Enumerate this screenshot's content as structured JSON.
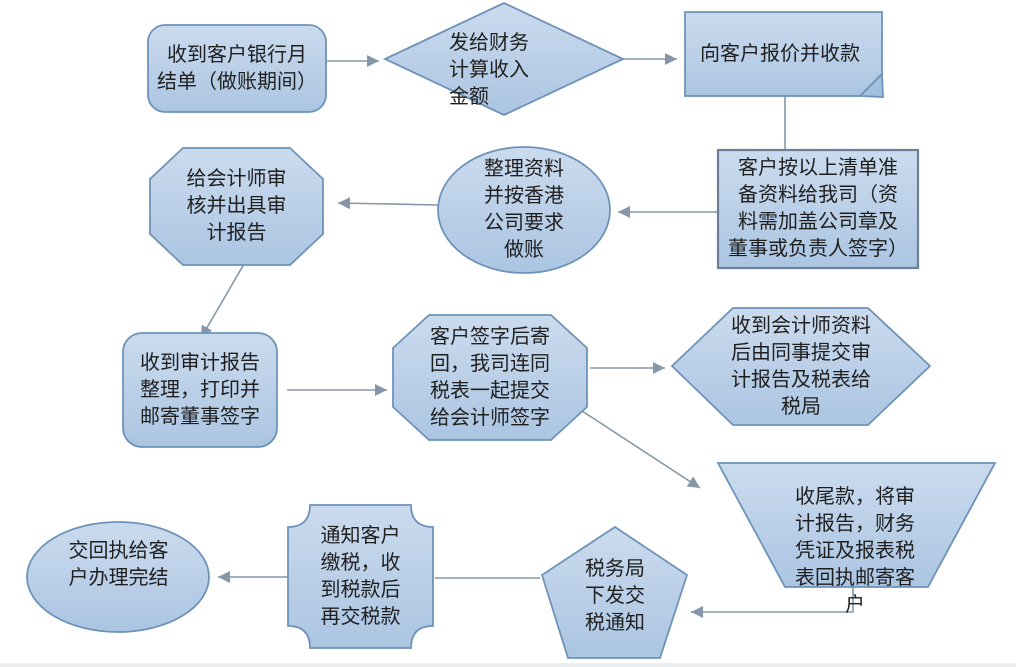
{
  "diagram": {
    "type": "flowchart",
    "language": "zh-CN",
    "background": "#ffffff",
    "nodes": {
      "receive_statement": {
        "shape": "rounded-rectangle",
        "label": "收到客户银行月\n结单（做账期间）"
      },
      "calc_income": {
        "shape": "diamond",
        "label": "发给财务\n计算收入\n金额"
      },
      "quote_collect": {
        "shape": "folded-card",
        "label": "向客户报价并收款"
      },
      "client_prepare": {
        "shape": "rectangle",
        "label": "客户按以上清单准\n备资料给我司（资\n料需加盖公司章及\n董事或负责人签字）"
      },
      "organize_accounts": {
        "shape": "ellipse",
        "label": "整理资料\n并按香港\n公司要求\n做账"
      },
      "auditor_review": {
        "shape": "octagon",
        "label": "给会计师审\n核并出具审\n计报告"
      },
      "receive_audit_report": {
        "shape": "rounded-rectangle",
        "label": "收到审计报告\n整理，打印并\n邮寄董事签字"
      },
      "client_sign_return": {
        "shape": "octagon",
        "label": "客户签字后寄\n回，我司连同\n税表一起提交\n给会计师签字"
      },
      "submit_to_tax_bureau": {
        "shape": "hexagon",
        "label": "收到会计师资料\n后由同事提交审\n计报告及税表给\n税局"
      },
      "final_payment_mail": {
        "shape": "inverted-trapezoid",
        "label": "收尾款，将审\n计报告，财务\n凭证及报表税\n表回执邮寄客\n户"
      },
      "tax_notice": {
        "shape": "pentagon",
        "label": "税务局\n下发交\n税通知"
      },
      "notify_client_pay": {
        "shape": "plaque",
        "label": "通知客户\n缴税，收\n到税款后\n再交税款"
      },
      "return_receipt": {
        "shape": "ellipse",
        "label": "交回执给客\n户办理完结"
      }
    },
    "edges": [
      {
        "from": "receive_statement",
        "to": "calc_income",
        "arrow": true
      },
      {
        "from": "calc_income",
        "to": "quote_collect",
        "arrow": true
      },
      {
        "from": "quote_collect",
        "to": "client_prepare",
        "arrow": false
      },
      {
        "from": "client_prepare",
        "to": "organize_accounts",
        "arrow": true
      },
      {
        "from": "organize_accounts",
        "to": "auditor_review",
        "arrow": true
      },
      {
        "from": "auditor_review",
        "to": "receive_audit_report",
        "arrow": true
      },
      {
        "from": "receive_audit_report",
        "to": "client_sign_return",
        "arrow": true
      },
      {
        "from": "client_sign_return",
        "to": "submit_to_tax_bureau",
        "arrow": true
      },
      {
        "from": "client_sign_return",
        "to": "final_payment_mail",
        "arrow": true
      },
      {
        "from": "final_payment_mail",
        "to": "tax_notice",
        "arrow": true
      },
      {
        "from": "tax_notice",
        "to": "notify_client_pay",
        "arrow": false
      },
      {
        "from": "notify_client_pay",
        "to": "return_receipt",
        "arrow": true
      }
    ],
    "colors": {
      "shape_fill_top": "#cbdbee",
      "shape_fill_bottom": "#abc5e2",
      "shape_border": "#6e93b8",
      "rectangle_border": "#6b7f96",
      "fold_flap_fill": "#9fc0e0",
      "connector": "#8596a9",
      "text": "#1f1f1f"
    }
  }
}
